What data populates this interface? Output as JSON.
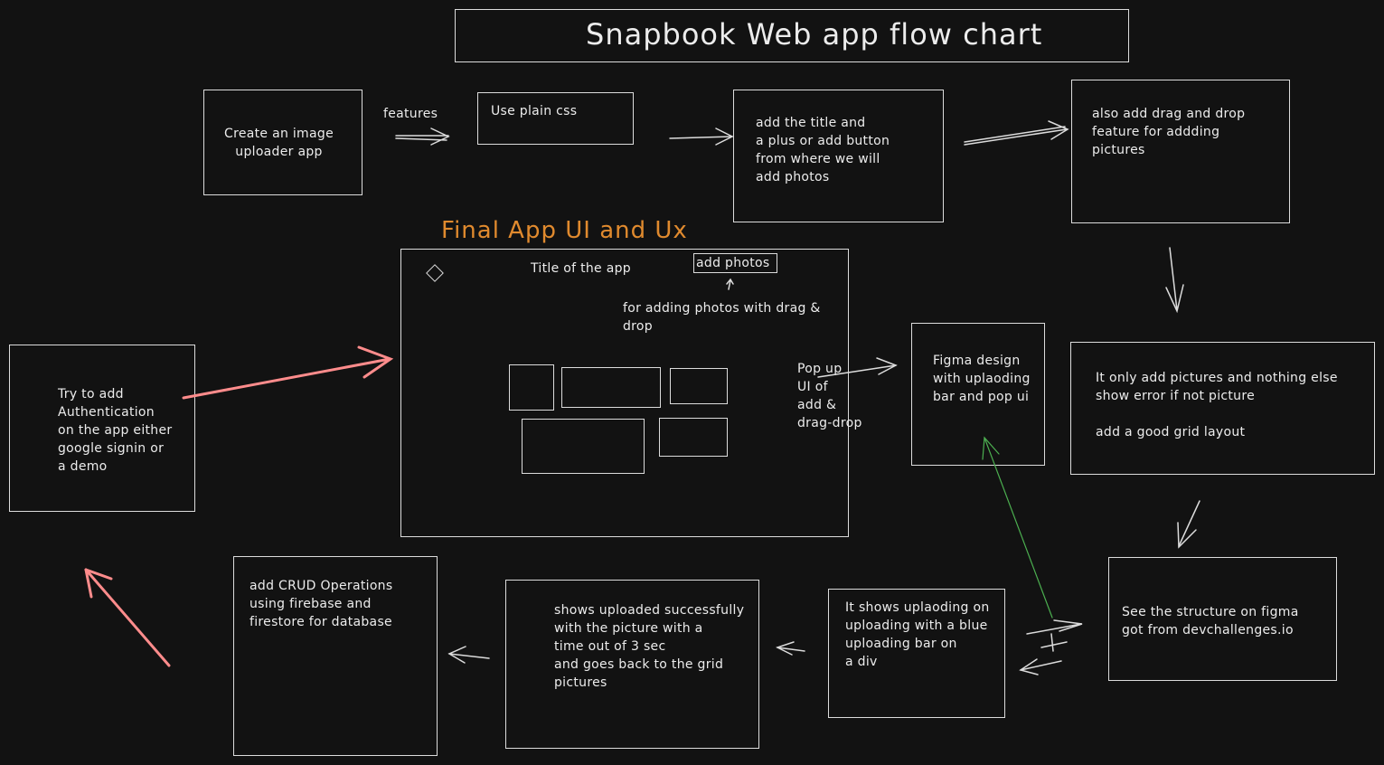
{
  "title": "Snapbook Web app flow chart",
  "section_heading": "Final App UI and Ux",
  "nodes": {
    "create": "Create an image\nuploader app",
    "features_label": "features",
    "plain_css": "Use plain css",
    "title_plus": "add the title and\na plus or add button\nfrom where we will\nadd photos",
    "drag_drop": "also add drag and drop\nfeature for addding\npictures",
    "only_pictures": "It only add pictures and nothing else\nshow error if not picture\n\nadd a good grid layout",
    "structure": "See the structure on figma\ngot from devchallenges.io",
    "figma": "Figma design\nwith uplaoding\nbar and pop ui",
    "uploading": "It shows uplaoding on\nuploading with a blue\nuploading bar on\na div",
    "success": "shows uploaded successfully\nwith the picture with a\ntime out of 3 sec\nand goes back to the grid\npictures",
    "crud": "add CRUD Operations\nusing firebase and\nfirestore for database",
    "auth": "Try to add\nAuthentication\non the app either\ngoogle signin or\na demo"
  },
  "mockup": {
    "app_title": "Title of the app",
    "add_button": "add photos",
    "note": "for adding photos with drag &\ndrop",
    "popup_note": "Pop up\nUI of\nadd &\ndrag-drop"
  },
  "colors": {
    "background": "#121212",
    "stroke": "#dcdcdc",
    "accent_orange": "#e08a2e",
    "accent_pink": "#ff8c8c",
    "accent_green": "#4caf50"
  }
}
